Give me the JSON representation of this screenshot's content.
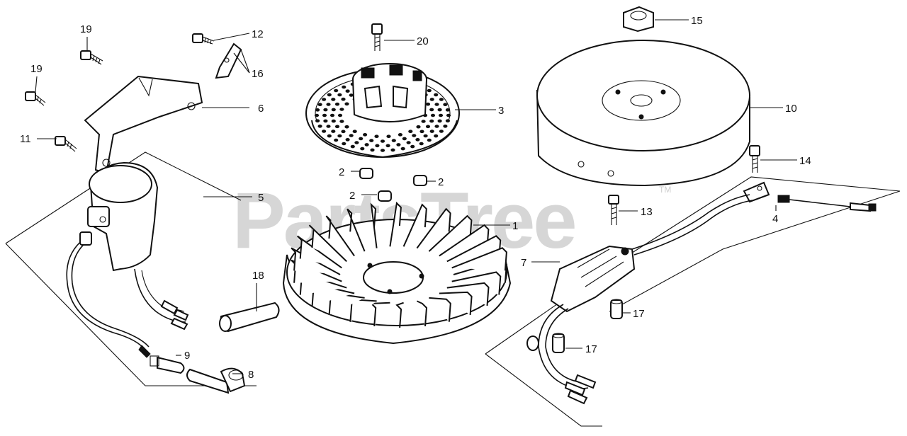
{
  "diagram": {
    "watermark": "PartsTree",
    "trademark": "TM",
    "callouts": [
      {
        "id": "c1",
        "text": "1"
      },
      {
        "id": "c2a",
        "text": "2"
      },
      {
        "id": "c2b",
        "text": "2"
      },
      {
        "id": "c2c",
        "text": "2"
      },
      {
        "id": "c3",
        "text": "3"
      },
      {
        "id": "c4",
        "text": "4"
      },
      {
        "id": "c5",
        "text": "5"
      },
      {
        "id": "c6",
        "text": "6"
      },
      {
        "id": "c7",
        "text": "7"
      },
      {
        "id": "c8",
        "text": "8"
      },
      {
        "id": "c9",
        "text": "9"
      },
      {
        "id": "c10",
        "text": "10"
      },
      {
        "id": "c11",
        "text": "11"
      },
      {
        "id": "c12",
        "text": "12"
      },
      {
        "id": "c13",
        "text": "13"
      },
      {
        "id": "c14",
        "text": "14"
      },
      {
        "id": "c15",
        "text": "15"
      },
      {
        "id": "c16",
        "text": "16"
      },
      {
        "id": "c17a",
        "text": "17"
      },
      {
        "id": "c17b",
        "text": "17"
      },
      {
        "id": "c18",
        "text": "18"
      },
      {
        "id": "c19a",
        "text": "19"
      },
      {
        "id": "c19b",
        "text": "19"
      },
      {
        "id": "c20",
        "text": "20"
      }
    ]
  }
}
